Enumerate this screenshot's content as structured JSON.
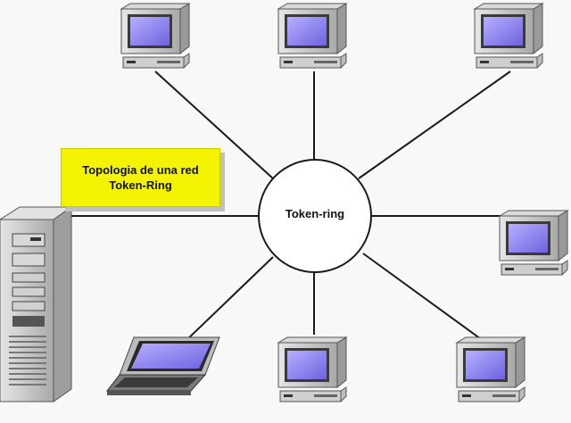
{
  "title_box": {
    "line1": "Topologia de una red",
    "line2": "Token-Ring"
  },
  "hub": {
    "label": "Token-ring"
  },
  "colors": {
    "label_fill": "#f4f400",
    "screen": "#8f86ee",
    "case": "#c8c8c8",
    "line": "#1a1a1a"
  },
  "icons": [
    "desktop-computer-icon",
    "server-tower-icon",
    "laptop-icon"
  ]
}
